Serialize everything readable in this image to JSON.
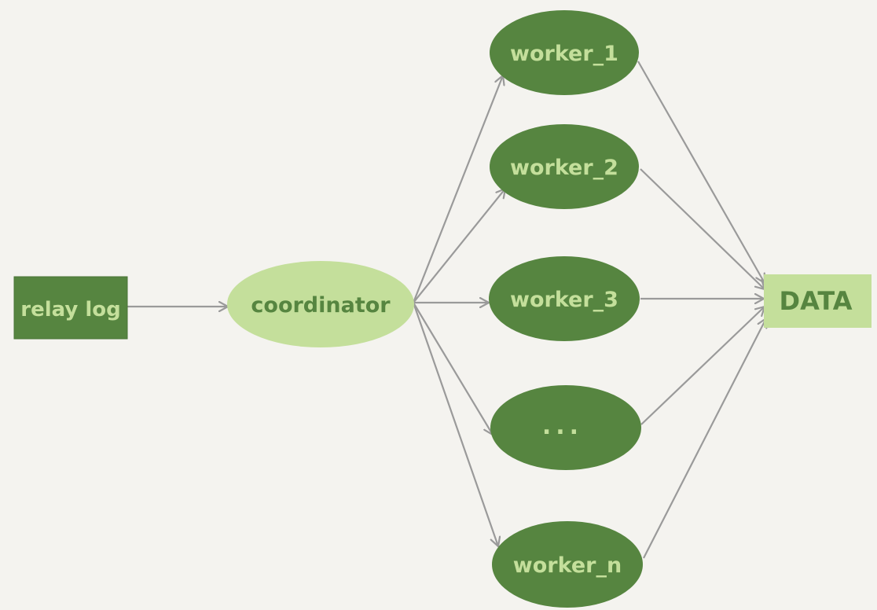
{
  "colors": {
    "background": "#f4f3ef",
    "dark_green": "#568540",
    "light_green": "#c4df9b",
    "arrow": "#9a9a9a"
  },
  "nodes": {
    "relay_log": {
      "label": "relay log"
    },
    "coordinator": {
      "label": "coordinator"
    },
    "worker_1": {
      "label": "worker_1"
    },
    "worker_2": {
      "label": "worker_2"
    },
    "worker_3": {
      "label": "worker_3"
    },
    "worker_ellipsis": {
      "label": "..."
    },
    "worker_n": {
      "label": "worker_n"
    },
    "data": {
      "label": "DATA"
    }
  },
  "edges": [
    {
      "from": "relay_log",
      "to": "coordinator"
    },
    {
      "from": "coordinator",
      "to": "worker_1"
    },
    {
      "from": "coordinator",
      "to": "worker_2"
    },
    {
      "from": "coordinator",
      "to": "worker_3"
    },
    {
      "from": "coordinator",
      "to": "worker_ellipsis"
    },
    {
      "from": "coordinator",
      "to": "worker_n"
    },
    {
      "from": "worker_1",
      "to": "data"
    },
    {
      "from": "worker_2",
      "to": "data"
    },
    {
      "from": "worker_3",
      "to": "data"
    },
    {
      "from": "worker_ellipsis",
      "to": "data"
    },
    {
      "from": "worker_n",
      "to": "data"
    }
  ]
}
